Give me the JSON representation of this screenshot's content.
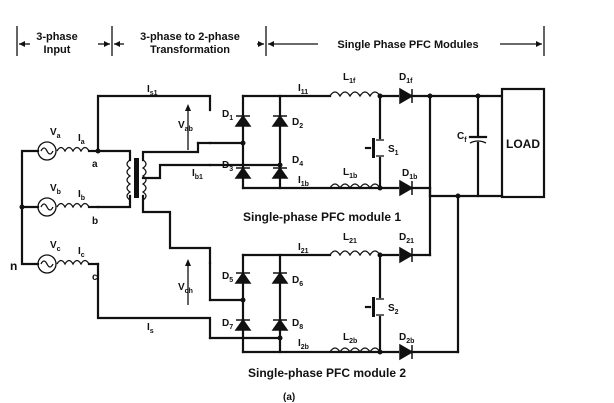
{
  "headers": {
    "input": [
      "3-phase",
      "Input"
    ],
    "transform": [
      "3-phase to 2-phase",
      "Transformation"
    ],
    "modules": "Single Phase PFC Modules"
  },
  "sources": [
    {
      "voltage": "V",
      "sub": "a",
      "current": "I",
      "isub": "a",
      "node": "a"
    },
    {
      "voltage": "V",
      "sub": "b",
      "current": "I",
      "isub": "b",
      "node": "b"
    },
    {
      "voltage": "V",
      "sub": "c",
      "current": "I",
      "isub": "c",
      "node": "c"
    }
  ],
  "neutral": "n",
  "transformer": {
    "current_top": "I",
    "current_top_sub": "s1",
    "current_mid": "I",
    "current_mid_sub": "b1",
    "current_bot": "I",
    "current_bot_sub": "s",
    "v1": "V",
    "v1_sub": "ab",
    "v2": "V",
    "v2_sub": "ch"
  },
  "module1": {
    "caption": "Single-phase PFC module 1",
    "diodes": [
      "D",
      "D",
      "D",
      "D"
    ],
    "diode_subs": [
      "1",
      "2",
      "3",
      "4"
    ],
    "inductor1": "L",
    "inductor1_sub": "1f",
    "inductor2": "L",
    "inductor2_sub": "1b",
    "current1": "I",
    "current1_sub": "11",
    "current2": "I",
    "current2_sub": "1b",
    "out_diode1": "D",
    "out_diode1_sub": "1f",
    "out_diode2": "D",
    "out_diode2_sub": "1b",
    "switch": "S",
    "switch_sub": "1",
    "cap": "C",
    "cap_sub": "f"
  },
  "module2": {
    "caption": "Single-phase PFC module 2",
    "diodes": [
      "D",
      "D",
      "D",
      "D"
    ],
    "diode_subs": [
      "5",
      "6",
      "7",
      "8"
    ],
    "inductor1": "L",
    "inductor1_sub": "21",
    "inductor2": "L",
    "inductor2_sub": "2b",
    "current1": "I",
    "current1_sub": "21",
    "current2": "I",
    "current2_sub": "2b",
    "out_diode1": "D",
    "out_diode1_sub": "21",
    "out_diode2": "D",
    "out_diode2_sub": "2b",
    "switch": "S",
    "switch_sub": "2"
  },
  "load": "LOAD",
  "figure_caption": "(a)"
}
